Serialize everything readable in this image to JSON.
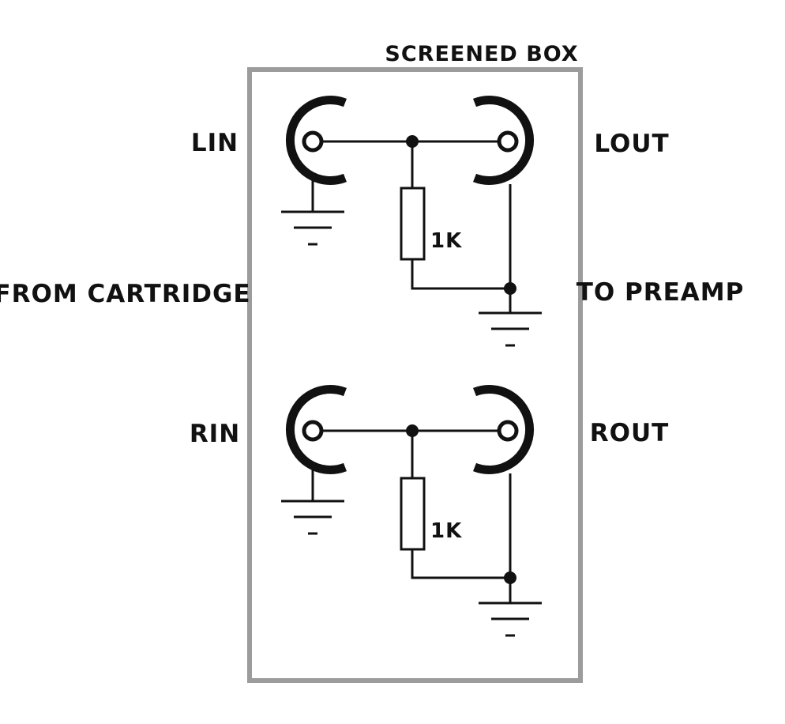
{
  "title": "SCREENED BOX",
  "left_group_label": "FROM CARTRIDGE",
  "right_group_label": "TO PREAMP",
  "channels": [
    {
      "in_label": "LIN",
      "out_label": "LOUT",
      "resistor": "1K"
    },
    {
      "in_label": "RIN",
      "out_label": "ROUT",
      "resistor": "1K"
    }
  ],
  "ground_mark": "-"
}
